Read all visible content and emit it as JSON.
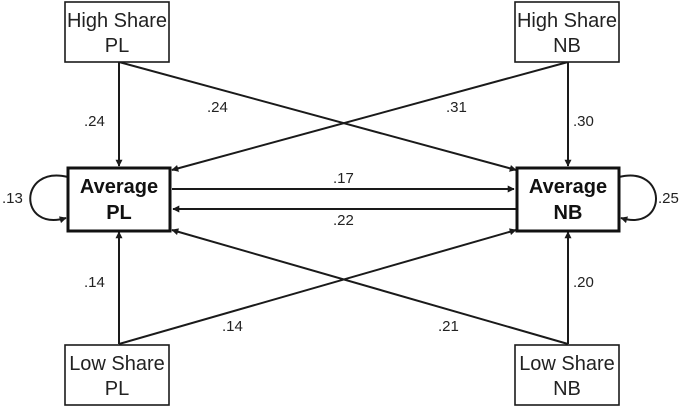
{
  "nodes": {
    "high_share_pl": {
      "line1": "High Share",
      "line2": "PL"
    },
    "high_share_nb": {
      "line1": "High Share",
      "line2": "NB"
    },
    "average_pl": {
      "line1": "Average",
      "line2": "PL"
    },
    "average_nb": {
      "line1": "Average",
      "line2": "NB"
    },
    "low_share_pl": {
      "line1": "Low Share",
      "line2": "PL"
    },
    "low_share_nb": {
      "line1": "Low Share",
      "line2": "NB"
    }
  },
  "edges": {
    "high_pl_to_avg_pl": ".24",
    "high_pl_to_avg_nb": ".24",
    "high_nb_to_avg_pl": ".31",
    "high_nb_to_avg_nb": ".30",
    "avg_pl_to_avg_nb": ".17",
    "avg_nb_to_avg_pl": ".22",
    "avg_pl_self": ".13",
    "avg_nb_self": ".25",
    "low_pl_to_avg_pl": ".14",
    "low_pl_to_avg_nb": ".14",
    "low_nb_to_avg_pl": ".21",
    "low_nb_to_avg_nb": ".20"
  },
  "colors": {
    "line": "#1a1a1a",
    "background": "#ffffff"
  }
}
